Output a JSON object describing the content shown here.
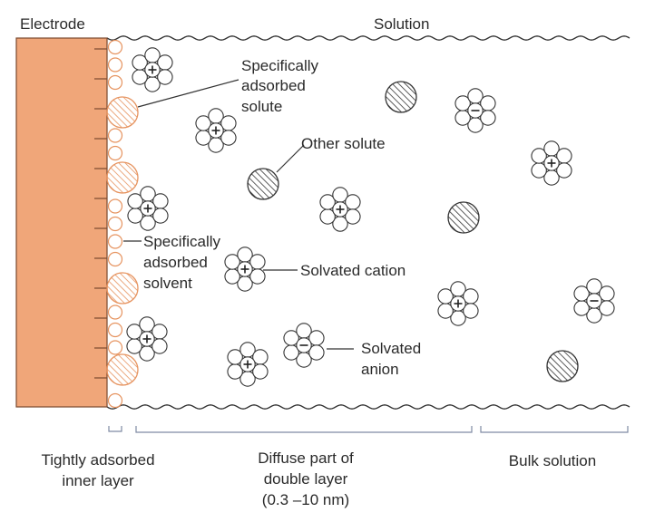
{
  "header": {
    "electrode_label": "Electrode",
    "solution_label": "Solution"
  },
  "callouts": {
    "specifically_adsorbed_solute": [
      "Specifically",
      "adsorbed",
      "solute"
    ],
    "other_solute": "Other solute",
    "specifically_adsorbed_solvent": [
      "Specifically",
      "adsorbed",
      "solvent"
    ],
    "solvated_cation": "Solvated cation",
    "solvated_anion": [
      "Solvated",
      "anion"
    ]
  },
  "regions": {
    "inner_layer": [
      "Tightly adsorbed",
      "inner layer"
    ],
    "diffuse_layer": [
      "Diffuse part of",
      "double layer",
      "(0.3 –10 nm)"
    ],
    "bulk": "Bulk solution"
  },
  "symbols": {
    "cation_sign": "+",
    "anion_sign": "−"
  },
  "colors": {
    "electrode_fill": "#f0a679",
    "electrode_stroke": "#7a4a30",
    "adsorbed_outline": "#e6935f",
    "ink": "#333333"
  }
}
